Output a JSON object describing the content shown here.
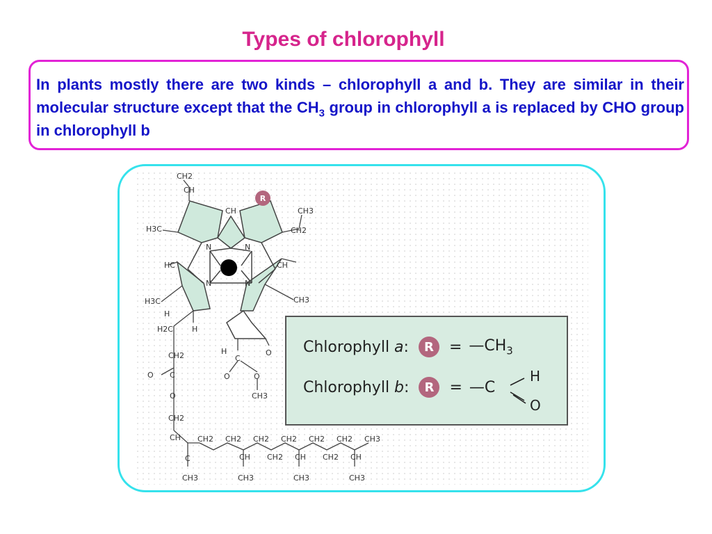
{
  "title": "Types of chlorophyll",
  "description": {
    "part1": "In plants mostly there are two kinds – chlorophyll a and b. They are similar in their molecular structure except that the CH",
    "sub": "3",
    "part2": " group in chlorophyll a is replaced by CHO group in chlorophyll b"
  },
  "legend": {
    "row_a": {
      "prefix": "Chlorophyll ",
      "letter": "a",
      "colon": ":",
      "r": "R",
      "eq": "=",
      "group": "—CH",
      "group_sub": "3"
    },
    "row_b": {
      "prefix": "Chlorophyll ",
      "letter": "b",
      "colon": ":",
      "r": "R",
      "eq": "=",
      "group": "—C",
      "h": "H",
      "o": "O"
    }
  },
  "molecule": {
    "r_label": "R",
    "labels": {
      "ch2_top": "CH2",
      "ch_vinyl": "CH",
      "ch_meso_top": "CH",
      "ch3_tr": "CH3",
      "ch2_tr": "CH2",
      "h3c_left": "H3C",
      "hc_left": "HC",
      "ch_right": "CH",
      "ch3_right": "CH3",
      "h3c_left2": "H3C",
      "h_ring1": "H",
      "h_ring2": "H",
      "h2c_chain": "H2C",
      "h_ester": "H",
      "o_keto": "O",
      "n1": "N",
      "n2": "N",
      "n3": "N",
      "n4": "N",
      "ch2_chain1": "CH2",
      "c_ester": "C",
      "o_dbl": "O",
      "o_single": "O",
      "c_ester2": "C",
      "o_e2a": "O",
      "o_e2b": "O",
      "ch3_ester": "CH3",
      "ch2_chain2": "CH2",
      "ch_chain": "CH",
      "c_chain": "C",
      "ch3_c1": "CH3",
      "ch3_c2": "CH3",
      "ch3_c3": "CH3",
      "ch3_c4": "CH3",
      "p1": "CH2",
      "p2": "CH2",
      "p3": "CH2",
      "p4": "CH2",
      "p5": "CH2",
      "p6": "CH2",
      "p7": "CH3",
      "q1": "CH",
      "q2": "CH2",
      "q3": "CH",
      "q4": "CH2",
      "q5": "CH"
    }
  },
  "colors": {
    "title": "#d6248c",
    "text": "#1515c8",
    "text_border": "#e223d6",
    "frame_border": "#35e2ec",
    "ring_fill": "#cfe9dc",
    "legend_fill": "#d8ece1",
    "r_circle": "#b3667e"
  }
}
